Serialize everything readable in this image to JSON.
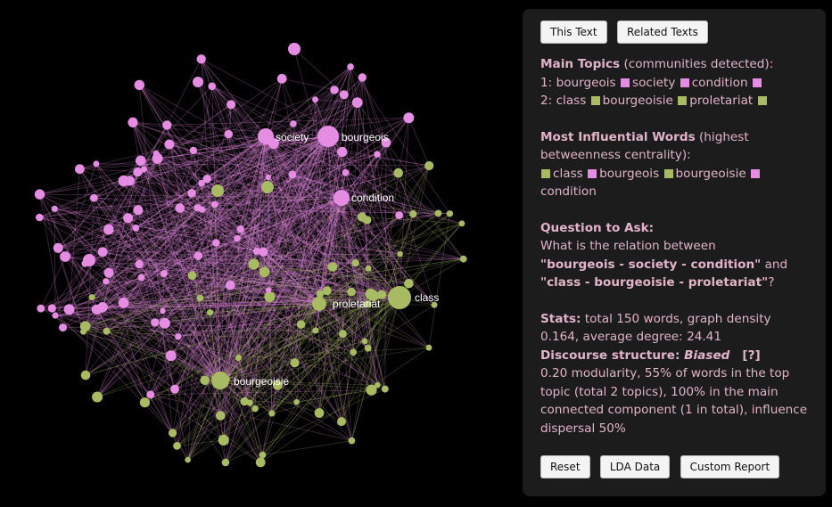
{
  "colors": {
    "pink": "#e58de3",
    "green": "#a8bb62",
    "panel_bg": "#1c1c1c",
    "panel_text": "#e2b4c8"
  },
  "graph": {
    "node_labels": [
      "society",
      "bourgeois",
      "condition",
      "proletariat",
      "class",
      "bourgeoisie"
    ]
  },
  "tabs": {
    "this_text": "This Text",
    "related_texts": "Related Texts"
  },
  "topics": {
    "title": "Main Topics",
    "subtitle": " (communities detected):",
    "t1_prefix": "1: ",
    "t1_words": [
      "bourgeois",
      "society",
      "condition"
    ],
    "t2_prefix": "2: ",
    "t2_words": [
      "class",
      "bourgeoisie",
      "proletariat"
    ]
  },
  "influential": {
    "title": "Most Influential Words",
    "subtitle": " (highest betweenness centrality):",
    "words": [
      "class",
      "bourgeois",
      "bourgeoisie",
      "condition"
    ]
  },
  "question": {
    "title": "Question to Ask:",
    "line1": "What is the relation between",
    "q1": "\"bourgeois - society - condition\"",
    "and": " and",
    "q2": "\"class - bourgeoisie - proletariat\"",
    "end": "?"
  },
  "stats": {
    "label": "Stats:",
    "text": " total 150 words, graph density 0.164, average degree: 24.41",
    "discourse_label": "Discourse structure: ",
    "discourse_value": "Biased",
    "hint": "[?]",
    "details": "0.20 modularity, 55% of words in the top topic (total 2 topics), 100% in the main connected component (1 in total), influence dispersal 50%"
  },
  "actions": {
    "reset": "Reset",
    "lda": "LDA Data",
    "custom": "Custom Report"
  }
}
